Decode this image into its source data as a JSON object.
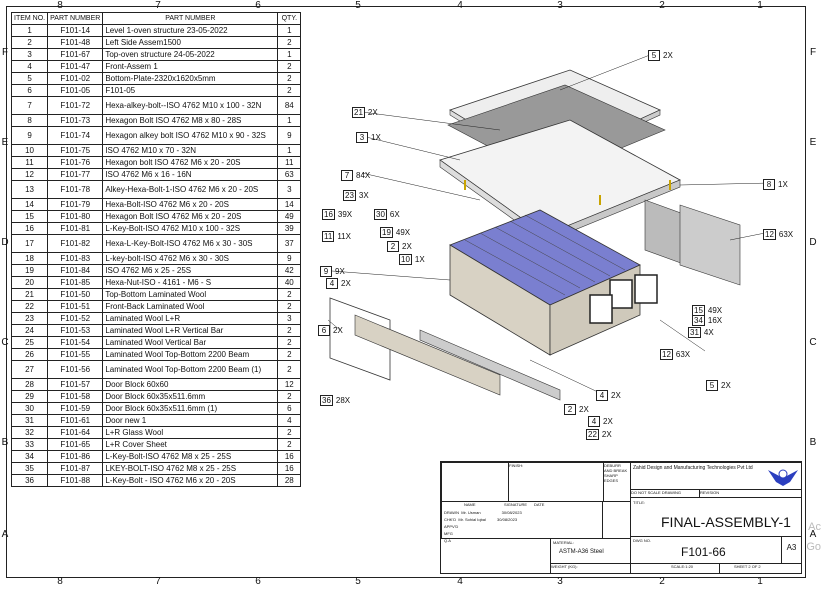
{
  "zones": {
    "top": [
      "8",
      "7",
      "6",
      "5",
      "4",
      "3",
      "2",
      "1"
    ],
    "side": [
      "F",
      "E",
      "D",
      "C",
      "B",
      "A"
    ]
  },
  "bom": {
    "headers": [
      "ITEM NO.",
      "PART NUMBER",
      "PART NUMBER",
      "QTY."
    ],
    "rows": [
      [
        "1",
        "F101-14",
        "Level 1-oven structure 23-05-2022",
        "1"
      ],
      [
        "2",
        "F101-48",
        "Left Side Assem1500",
        "2"
      ],
      [
        "3",
        "F101-67",
        "Top-oven structure 24-05-2022",
        "1"
      ],
      [
        "4",
        "F101-47",
        "Front-Assem 1",
        "2"
      ],
      [
        "5",
        "F101-02",
        "Bottom-Plate-2320x1620x5mm",
        "2"
      ],
      [
        "6",
        "F101-05",
        "F101-05",
        "2"
      ],
      [
        "7",
        "F101-72",
        "Hexa-alkey-bolt--ISO 4762 M10 x 100 - 32N",
        "84"
      ],
      [
        "8",
        "F101-73",
        "Hexagon Bolt ISO 4762 M8 x 80 - 28S",
        "1"
      ],
      [
        "9",
        "F101-74",
        "Hexagon alkey bolt ISO 4762 M10 x 90 - 32S",
        "9"
      ],
      [
        "10",
        "F101-75",
        "ISO 4762 M10 x 70 - 32N",
        "1"
      ],
      [
        "11",
        "F101-76",
        "Hexagon bolt ISO 4762 M6 x 20 - 20S",
        "11"
      ],
      [
        "12",
        "F101-77",
        "ISO 4762 M6 x 16 - 16N",
        "63"
      ],
      [
        "13",
        "F101-78",
        "Alkey-Hexa-Bolt-1-ISO 4762 M6 x 20 - 20S",
        "3"
      ],
      [
        "14",
        "F101-79",
        "Hexa-Bolt-ISO 4762 M6 x 20 - 20S",
        "14"
      ],
      [
        "15",
        "F101-80",
        "Hexagon Bolt ISO 4762 M6 x 20 - 20S",
        "49"
      ],
      [
        "16",
        "F101-81",
        "L-Key-Bolt-ISO 4762 M10 x 100 - 32S",
        "39"
      ],
      [
        "17",
        "F101-82",
        "Hexa-L-Key-Bolt-ISO 4762 M6 x 30 - 30S",
        "37"
      ],
      [
        "18",
        "F101-83",
        "L-key-bolt-ISO 4762 M6 x 30 - 30S",
        "9"
      ],
      [
        "19",
        "F101-84",
        "ISO 4762 M6 x 25 - 25S",
        "42"
      ],
      [
        "20",
        "F101-85",
        "Hexa-Nut-ISO - 4161 - M6 - S",
        "40"
      ],
      [
        "21",
        "F101-50",
        "Top-Bottom Laminated Wool",
        "2"
      ],
      [
        "22",
        "F101-51",
        "Front-Back Laminated Wool",
        "2"
      ],
      [
        "23",
        "F101-52",
        "Laminated Wool L+R",
        "3"
      ],
      [
        "24",
        "F101-53",
        "Laminated Wool L+R Vertical Bar",
        "2"
      ],
      [
        "25",
        "F101-54",
        "Laminated Wool Vertical Bar",
        "2"
      ],
      [
        "26",
        "F101-55",
        "Laminated Wool Top-Bottom 2200 Beam",
        "2"
      ],
      [
        "27",
        "F101-56",
        "Laminated Wool Top-Bottom 2200 Beam (1)",
        "2"
      ],
      [
        "28",
        "F101-57",
        "Door Block 60x60",
        "12"
      ],
      [
        "29",
        "F101-58",
        "Door Block 60x35x511.6mm",
        "2"
      ],
      [
        "30",
        "F101-59",
        "Door Block 60x35x511.6mm (1)",
        "6"
      ],
      [
        "31",
        "F101-61",
        "Door new 1",
        "4"
      ],
      [
        "32",
        "F101-64",
        "L+R Glass Wool",
        "2"
      ],
      [
        "33",
        "F101-65",
        "L+R Cover Sheet",
        "2"
      ],
      [
        "34",
        "F101-86",
        "L-Key-Bolt-ISO 4762 M8 x 25 - 25S",
        "16"
      ],
      [
        "35",
        "F101-87",
        "LKEY-BOLT-ISO 4762 M8 x 25 - 25S",
        "16"
      ],
      [
        "36",
        "F101-88",
        "L-Key-Bolt - ISO 4762 M6 x 20 - 20S",
        "28"
      ]
    ]
  },
  "callouts": [
    {
      "n": "5",
      "q": "2X"
    },
    {
      "n": "21",
      "q": "2X"
    },
    {
      "n": "3",
      "q": "1X"
    },
    {
      "n": "7",
      "q": "84X"
    },
    {
      "n": "23",
      "q": "3X"
    },
    {
      "n": "16",
      "q": "39X"
    },
    {
      "n": "30",
      "q": "6X"
    },
    {
      "n": "8",
      "q": "1X"
    },
    {
      "n": "12",
      "q": "63X"
    },
    {
      "n": "11",
      "q": "11X"
    },
    {
      "n": "19",
      "q": "49X"
    },
    {
      "n": "2",
      "q": "2X"
    },
    {
      "n": "10",
      "q": "1X"
    },
    {
      "n": "9",
      "q": "9X"
    },
    {
      "n": "4",
      "q": "2X"
    },
    {
      "n": "15",
      "q": "49X"
    },
    {
      "n": "34",
      "q": "16X"
    },
    {
      "n": "31",
      "q": "4X"
    },
    {
      "n": "6",
      "q": "2X"
    },
    {
      "n": "12",
      "q": "63X"
    },
    {
      "n": "5",
      "q": "2X"
    },
    {
      "n": "36",
      "q": "28X"
    },
    {
      "n": "4",
      "q": "2X"
    },
    {
      "n": "2",
      "q": "2X"
    },
    {
      "n": "4",
      "q": "2X"
    },
    {
      "n": "22",
      "q": "2X"
    }
  ],
  "title_block": {
    "company": "Zahid Design and Manufacturing Technologies Pvt Ltd",
    "title": "FINAL-ASSEMBLY-1",
    "dwg_no": "F101-66",
    "size": "A3",
    "material_label": "MATERIAL:",
    "material": "ASTM-A36 Steel",
    "dwg_no_label": "DWG NO.",
    "title_label": "TITLE:",
    "revision_label": "REVISION",
    "do_not_scale": "DO NOT SCALE DRAWING",
    "scale": "SCALE:1:20",
    "sheet": "SHEET 2 OF 2",
    "weight": "WEIGHT (KG):",
    "rows": [
      {
        "role": "DRAWN",
        "name": "Mr. Usman",
        "date": "30/08/2023"
      },
      {
        "role": "CHK'D",
        "name": "Mr. Sohial Iqbal",
        "date": "30/08/2023"
      },
      {
        "role": "APPV'D",
        "name": "",
        "date": ""
      },
      {
        "role": "MFG",
        "name": "",
        "date": ""
      },
      {
        "role": "Q.A",
        "name": "",
        "date": ""
      }
    ],
    "col_name": "NAME",
    "col_sig": "SIGNATURE",
    "col_date": "DATE",
    "finish": "FINISH:",
    "deburr": "DEBURR AND BREAK SHARP EDGES"
  },
  "watermark": {
    "line1": "Ac",
    "line2": "Go"
  }
}
